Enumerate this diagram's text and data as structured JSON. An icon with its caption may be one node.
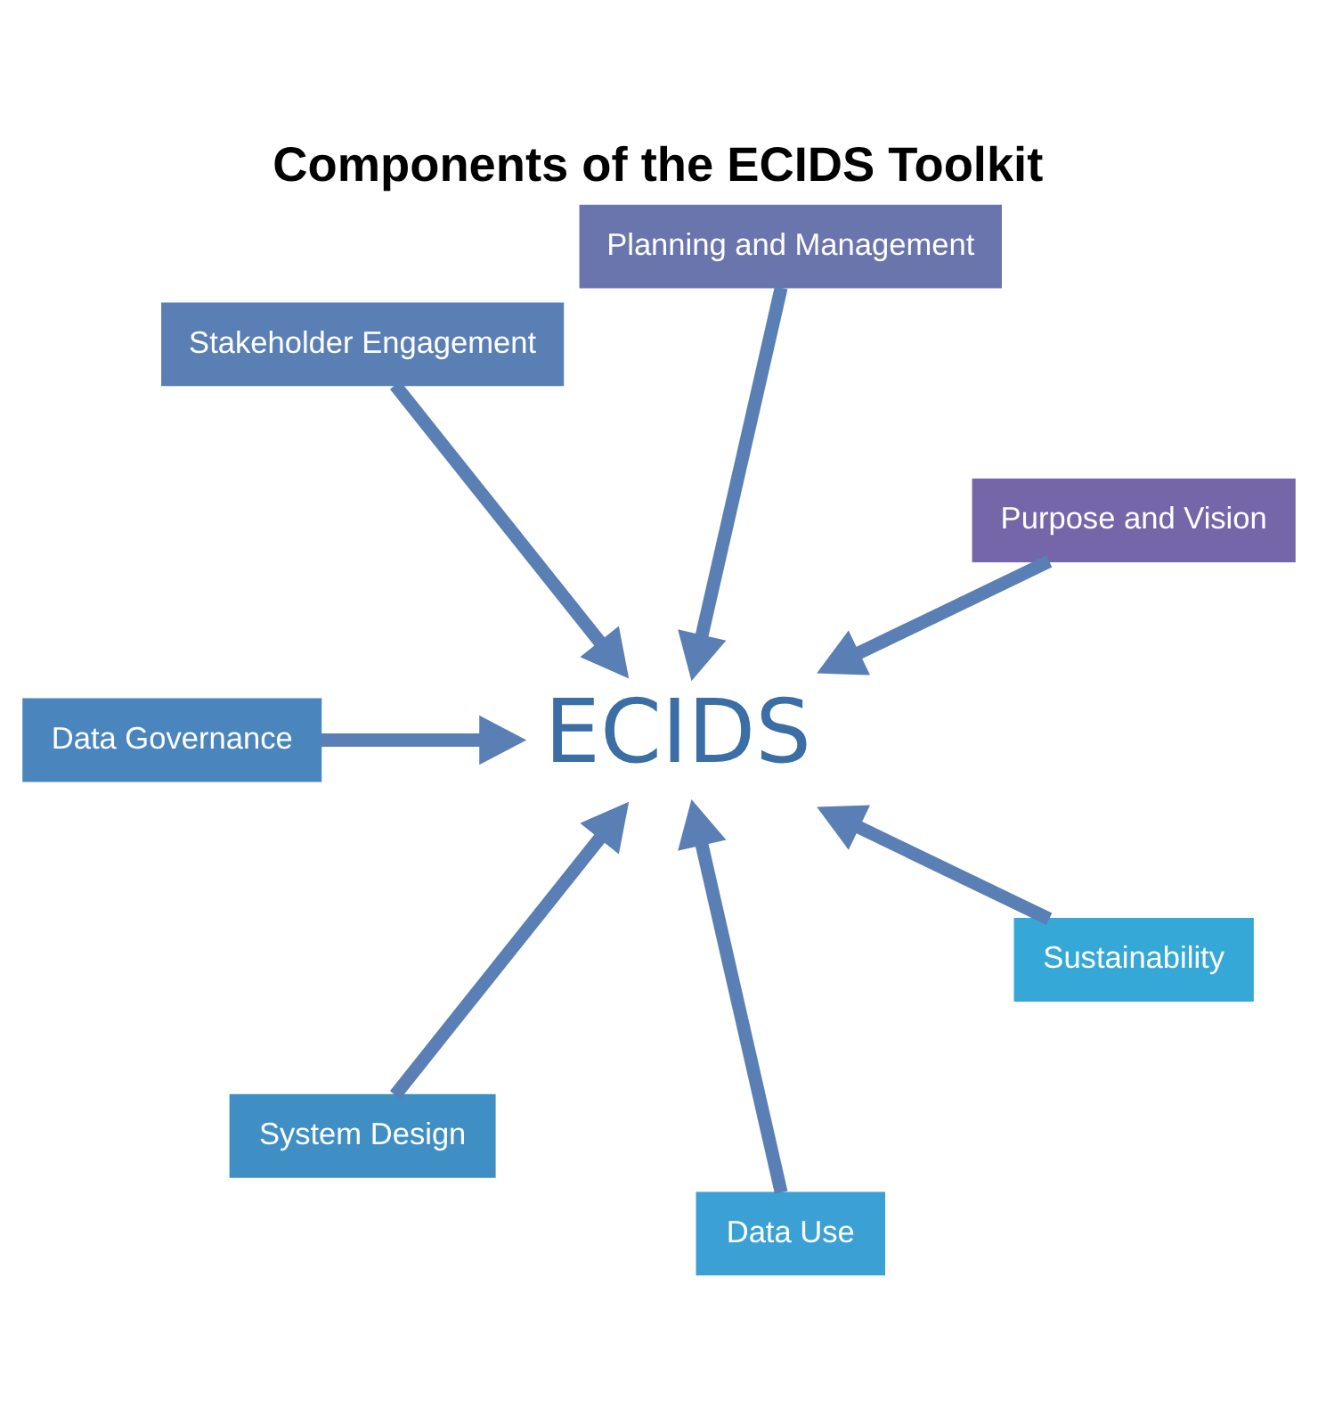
{
  "diagram": {
    "title": "Components of the ECIDS Toolkit",
    "nodes": [
      {
        "text": [
          "ECIDS"
        ]
      },
      {
        "text": [
          "Purpose and Vision"
        ]
      },
      {
        "text": [
          "Planning and Management"
        ]
      },
      {
        "text": [
          "Stakeholder Engagement"
        ]
      },
      {
        "text": [
          "Data Governance"
        ]
      },
      {
        "text": [
          "System Design"
        ]
      },
      {
        "text": [
          "Data Use"
        ]
      },
      {
        "text": [
          "Sustainability"
        ]
      }
    ],
    "edges": [
      {
        "from": 1,
        "to": 0,
        "arrow": "to"
      },
      {
        "from": 2,
        "to": 0,
        "arrow": "to"
      },
      {
        "from": 3,
        "to": 0,
        "arrow": "to"
      },
      {
        "from": 4,
        "to": 0,
        "arrow": "to"
      },
      {
        "from": 5,
        "to": 0,
        "arrow": "to"
      },
      {
        "from": 6,
        "to": 0,
        "arrow": "to"
      },
      {
        "from": 7,
        "to": 0,
        "arrow": "to"
      }
    ]
  }
}
